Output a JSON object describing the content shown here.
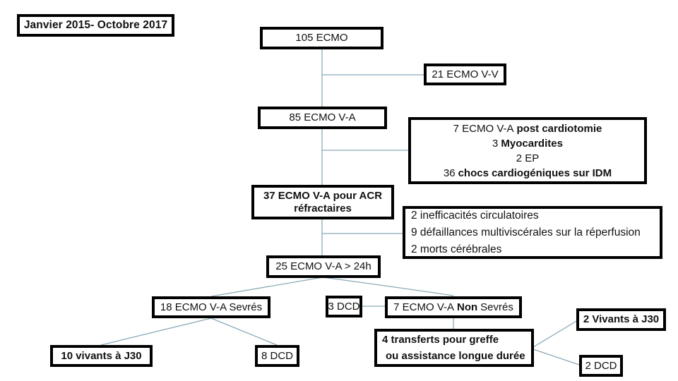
{
  "period_label": "Janvier 2015- Octobre 2017",
  "flow": {
    "total": "105 ECMO",
    "vv": "21 ECMO V-V",
    "va": "85 ECMO V-A",
    "acr_line1": "37 ECMO V-A pour ACR",
    "acr_line2": "réfractaires",
    "h24": "25 ECMO V-A > 24h",
    "sevres": "18 ECMO V-A Sevrés",
    "dcd3": "3 DCD",
    "non_sevres_prefix": "7 ECMO V-A",
    "non_sevres_bold": "Non",
    "non_sevres_suffix": "Sevrés",
    "vivants10": "10 vivants à J30",
    "dcd8": "8 DCD",
    "transferts_line1": "4 transferts pour greffe",
    "transferts_line2": "ou assistance longue durée",
    "vivants2": "2 Vivants à J30",
    "dcd2": "2 DCD"
  },
  "etiologies": {
    "lines": [
      {
        "plain": "7 ECMO V-A",
        "bold": "post cardiotomie"
      },
      {
        "plain": "3",
        "bold": "Myocardites"
      },
      {
        "plain": "2 EP",
        "bold": ""
      },
      {
        "plain": "36",
        "bold": "chocs cardiogéniques sur IDM"
      }
    ]
  },
  "complications": {
    "lines": [
      "2 inefficacités circulatoires",
      "9 défaillances multiviscérales sur la réperfusion",
      "2 morts cérébrales"
    ]
  },
  "colors": {
    "connector": "#8BA9B8",
    "border": "#000000",
    "background": "#FFFFFF"
  }
}
